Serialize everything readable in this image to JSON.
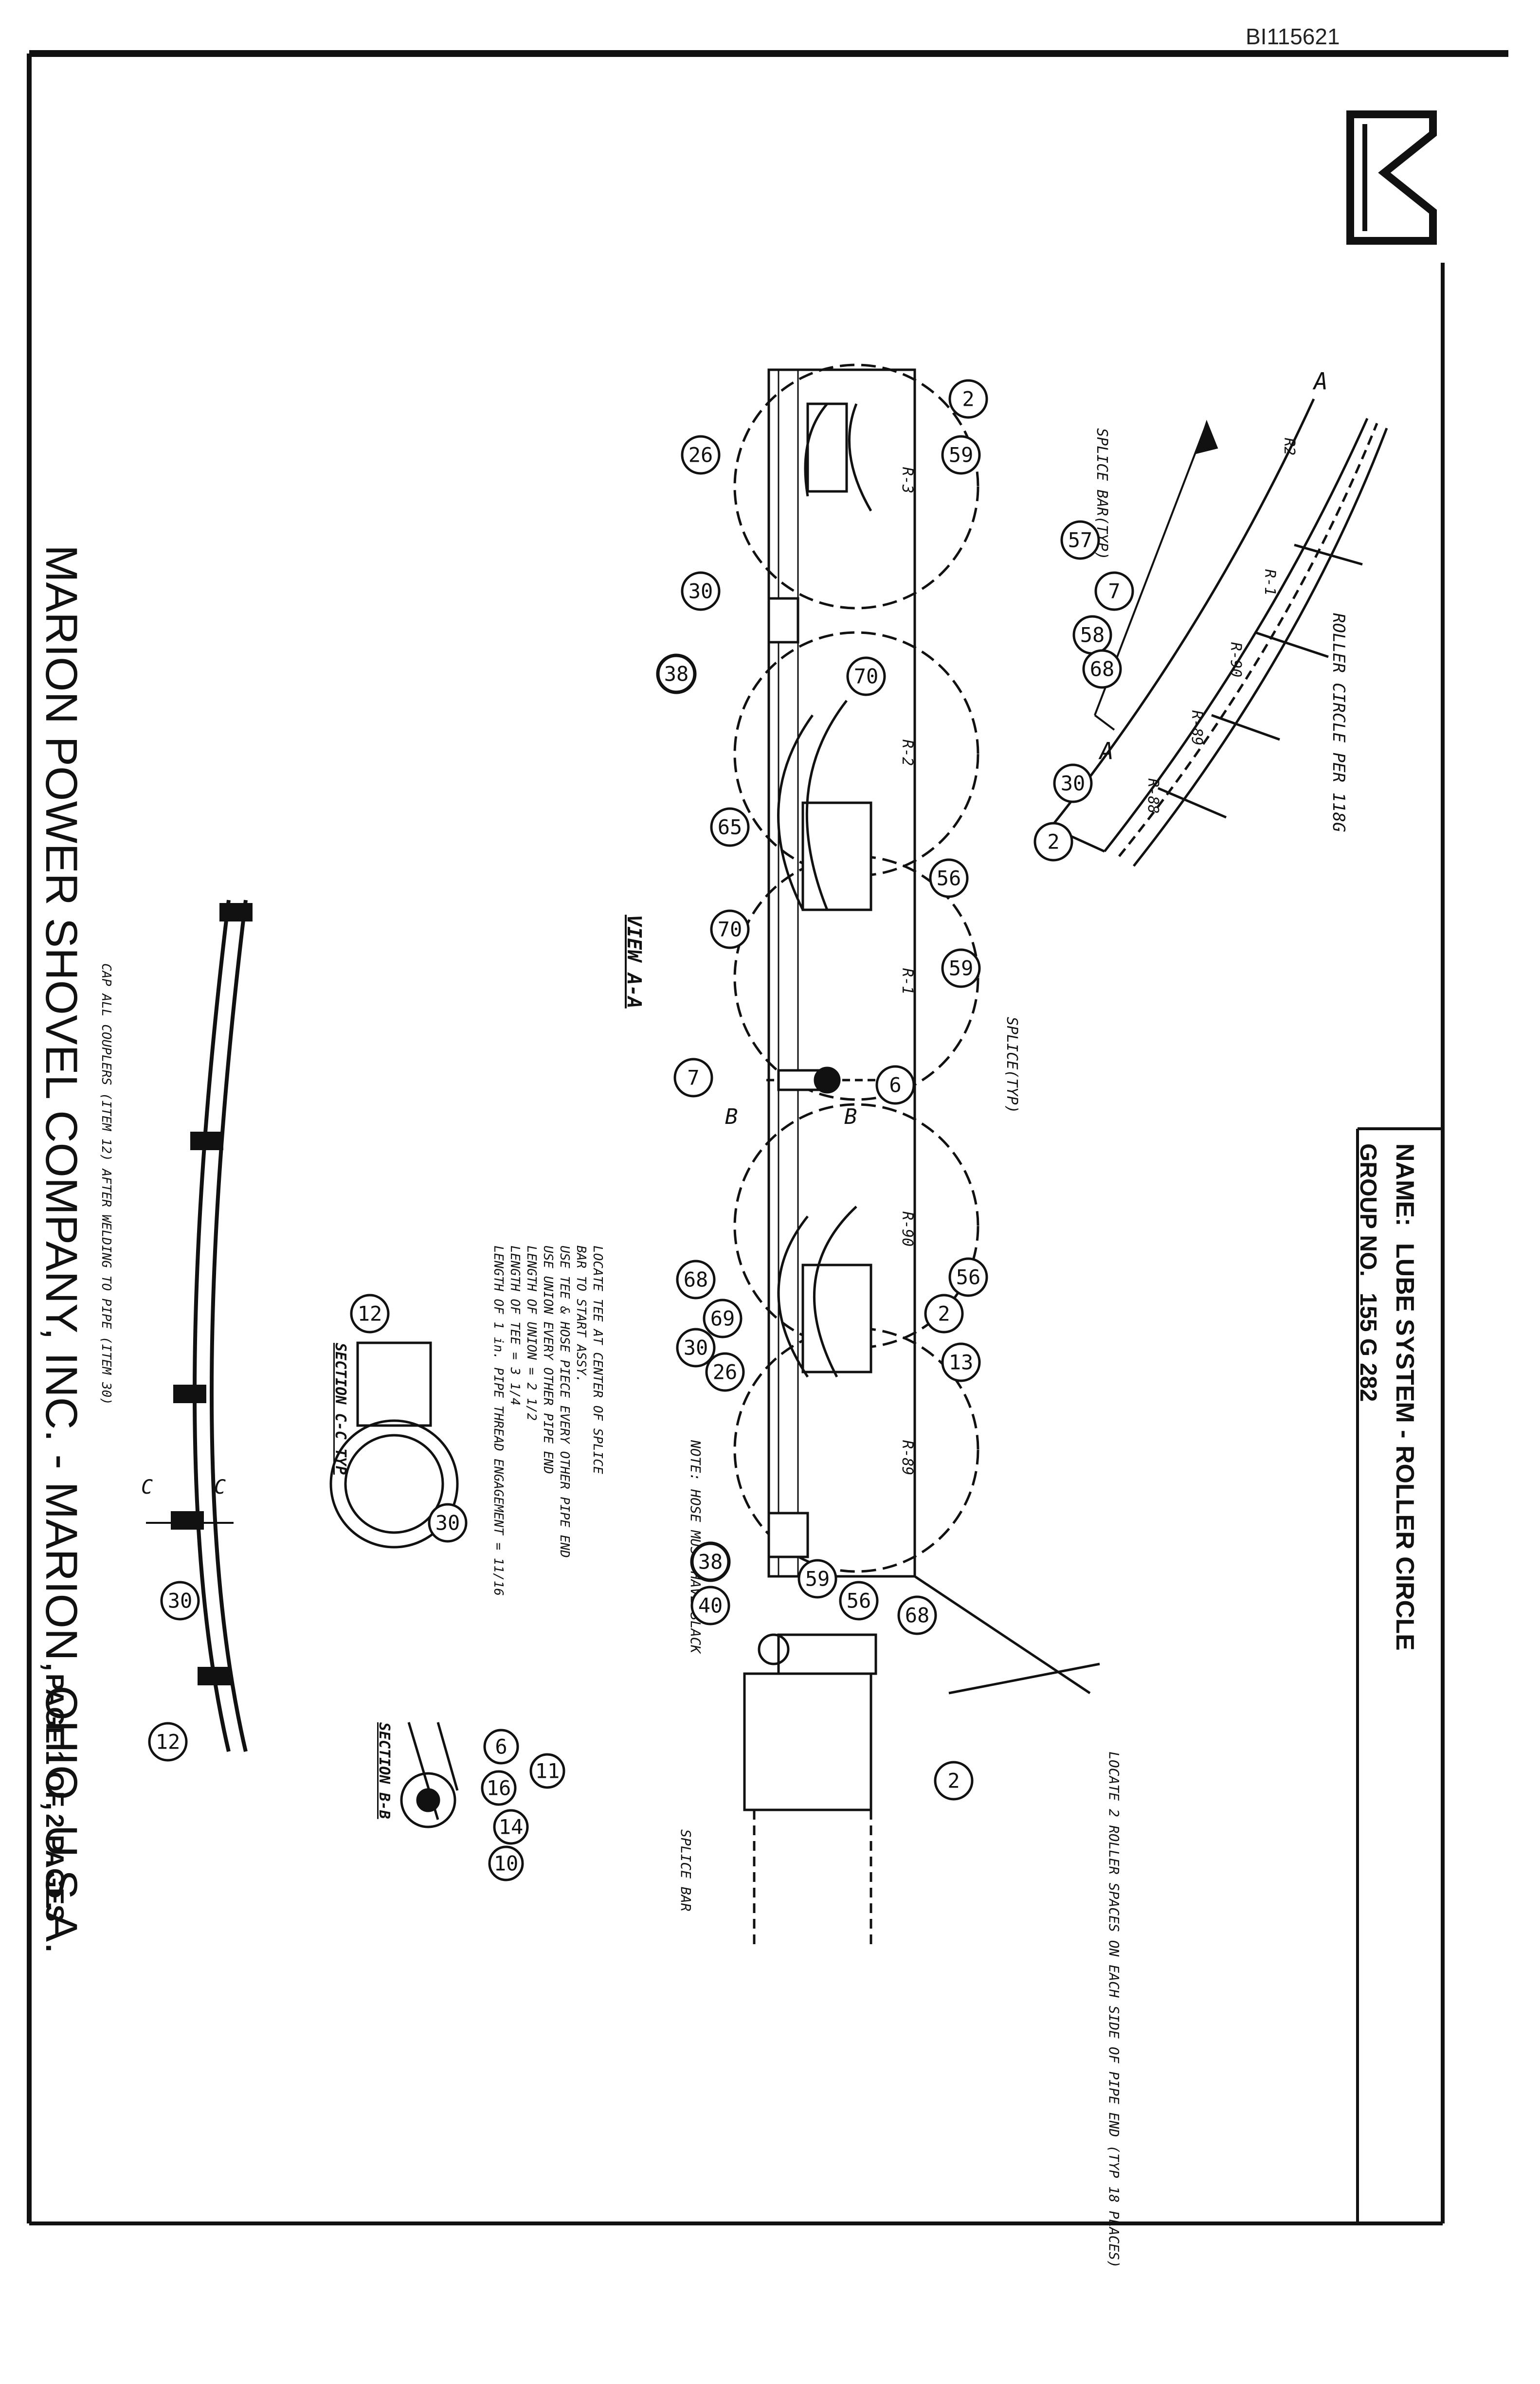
{
  "document": {
    "doc_id": "BI115621",
    "name_label": "NAME:",
    "name_value": "LUBE SYSTEM - ROLLER CIRCLE",
    "group_label": "GROUP NO.",
    "group_value": "155 G 282",
    "company": "MARION POWER SHOVEL COMPANY, INC. - MARION, OHIO, U.S.A.",
    "page_info": "PAGE 1 OF 2 PAGES"
  },
  "labels": {
    "view_aa": "VIEW A-A",
    "section_cc": "SECTION C-C TYP",
    "section_bb": "SECTION B-B",
    "roller_circle": "ROLLER CIRCLE PER 118G",
    "splice_bar_typ": "SPLICE BAR(TYP)",
    "splice_typ": "SPLICE(TYP)",
    "splice_bar": "SPLICE BAR",
    "section_a": "A",
    "section_b": "B",
    "section_c": "C",
    "note_hose": "NOTE: HOSE MUST HAVE SLACK",
    "note_rollers": "LOCATE 2 ROLLER SPACES ON EACH SIDE OF PIPE END (TYP 18 PLACES)",
    "note_cap": "CAP ALL COUPLERS (ITEM 12) AFTER WELDING TO PIPE (ITEM 30)",
    "note_tee_lines": [
      "LOCATE TEE AT CENTER OF SPLICE",
      "BAR TO START ASSY.",
      "USE TEE & HOSE PIECE EVERY OTHER PIPE END",
      "USE UNION EVERY OTHER PIPE END",
      "LENGTH OF UNION = 2 1/2",
      "LENGTH OF TEE = 3 1/4",
      "LENGTH OF 1 in. PIPE THREAD ENGAGEMENT = 11/16"
    ],
    "rollers": [
      "R-3",
      "R-2",
      "R-1",
      "R-90",
      "R-89"
    ],
    "rollers_arc": [
      "R2",
      "R-1",
      "R-90",
      "R-89",
      "R-88"
    ]
  },
  "callouts": {
    "arc": [
      "57",
      "7",
      "58",
      "68",
      "30",
      "2"
    ],
    "view": [
      "2",
      "59",
      "26",
      "30",
      "38",
      "70",
      "65",
      "56",
      "70",
      "59",
      "6",
      "7",
      "56",
      "2",
      "13",
      "68",
      "69",
      "30",
      "26"
    ],
    "detail": [
      "68",
      "56",
      "59",
      "38",
      "40",
      "2"
    ],
    "section_b": [
      "6",
      "11",
      "16",
      "14",
      "10"
    ],
    "section_c": [
      "12",
      "30"
    ],
    "pipe": [
      "30",
      "12"
    ]
  }
}
